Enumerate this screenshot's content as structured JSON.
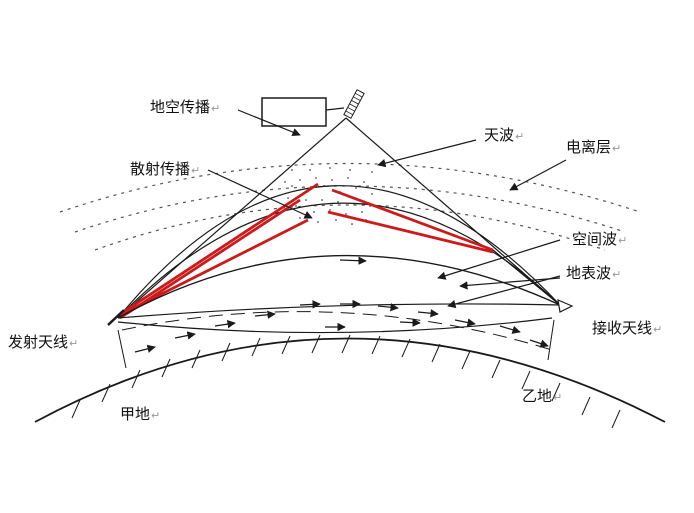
{
  "labels": {
    "ground_space": "地空传播",
    "sky_wave": "天波",
    "ionosphere": "电离层",
    "scatter": "散射传播",
    "space_wave": "空间波",
    "ground_wave": "地表波",
    "transmit_antenna": "发射天线",
    "receive_antenna": "接收天线",
    "place_a": "甲地",
    "place_b": "乙地"
  },
  "return_mark": "↵",
  "colors": {
    "line": "#1a1a1a",
    "scatter_red": "#cc1a1a",
    "dots": "#777777"
  }
}
